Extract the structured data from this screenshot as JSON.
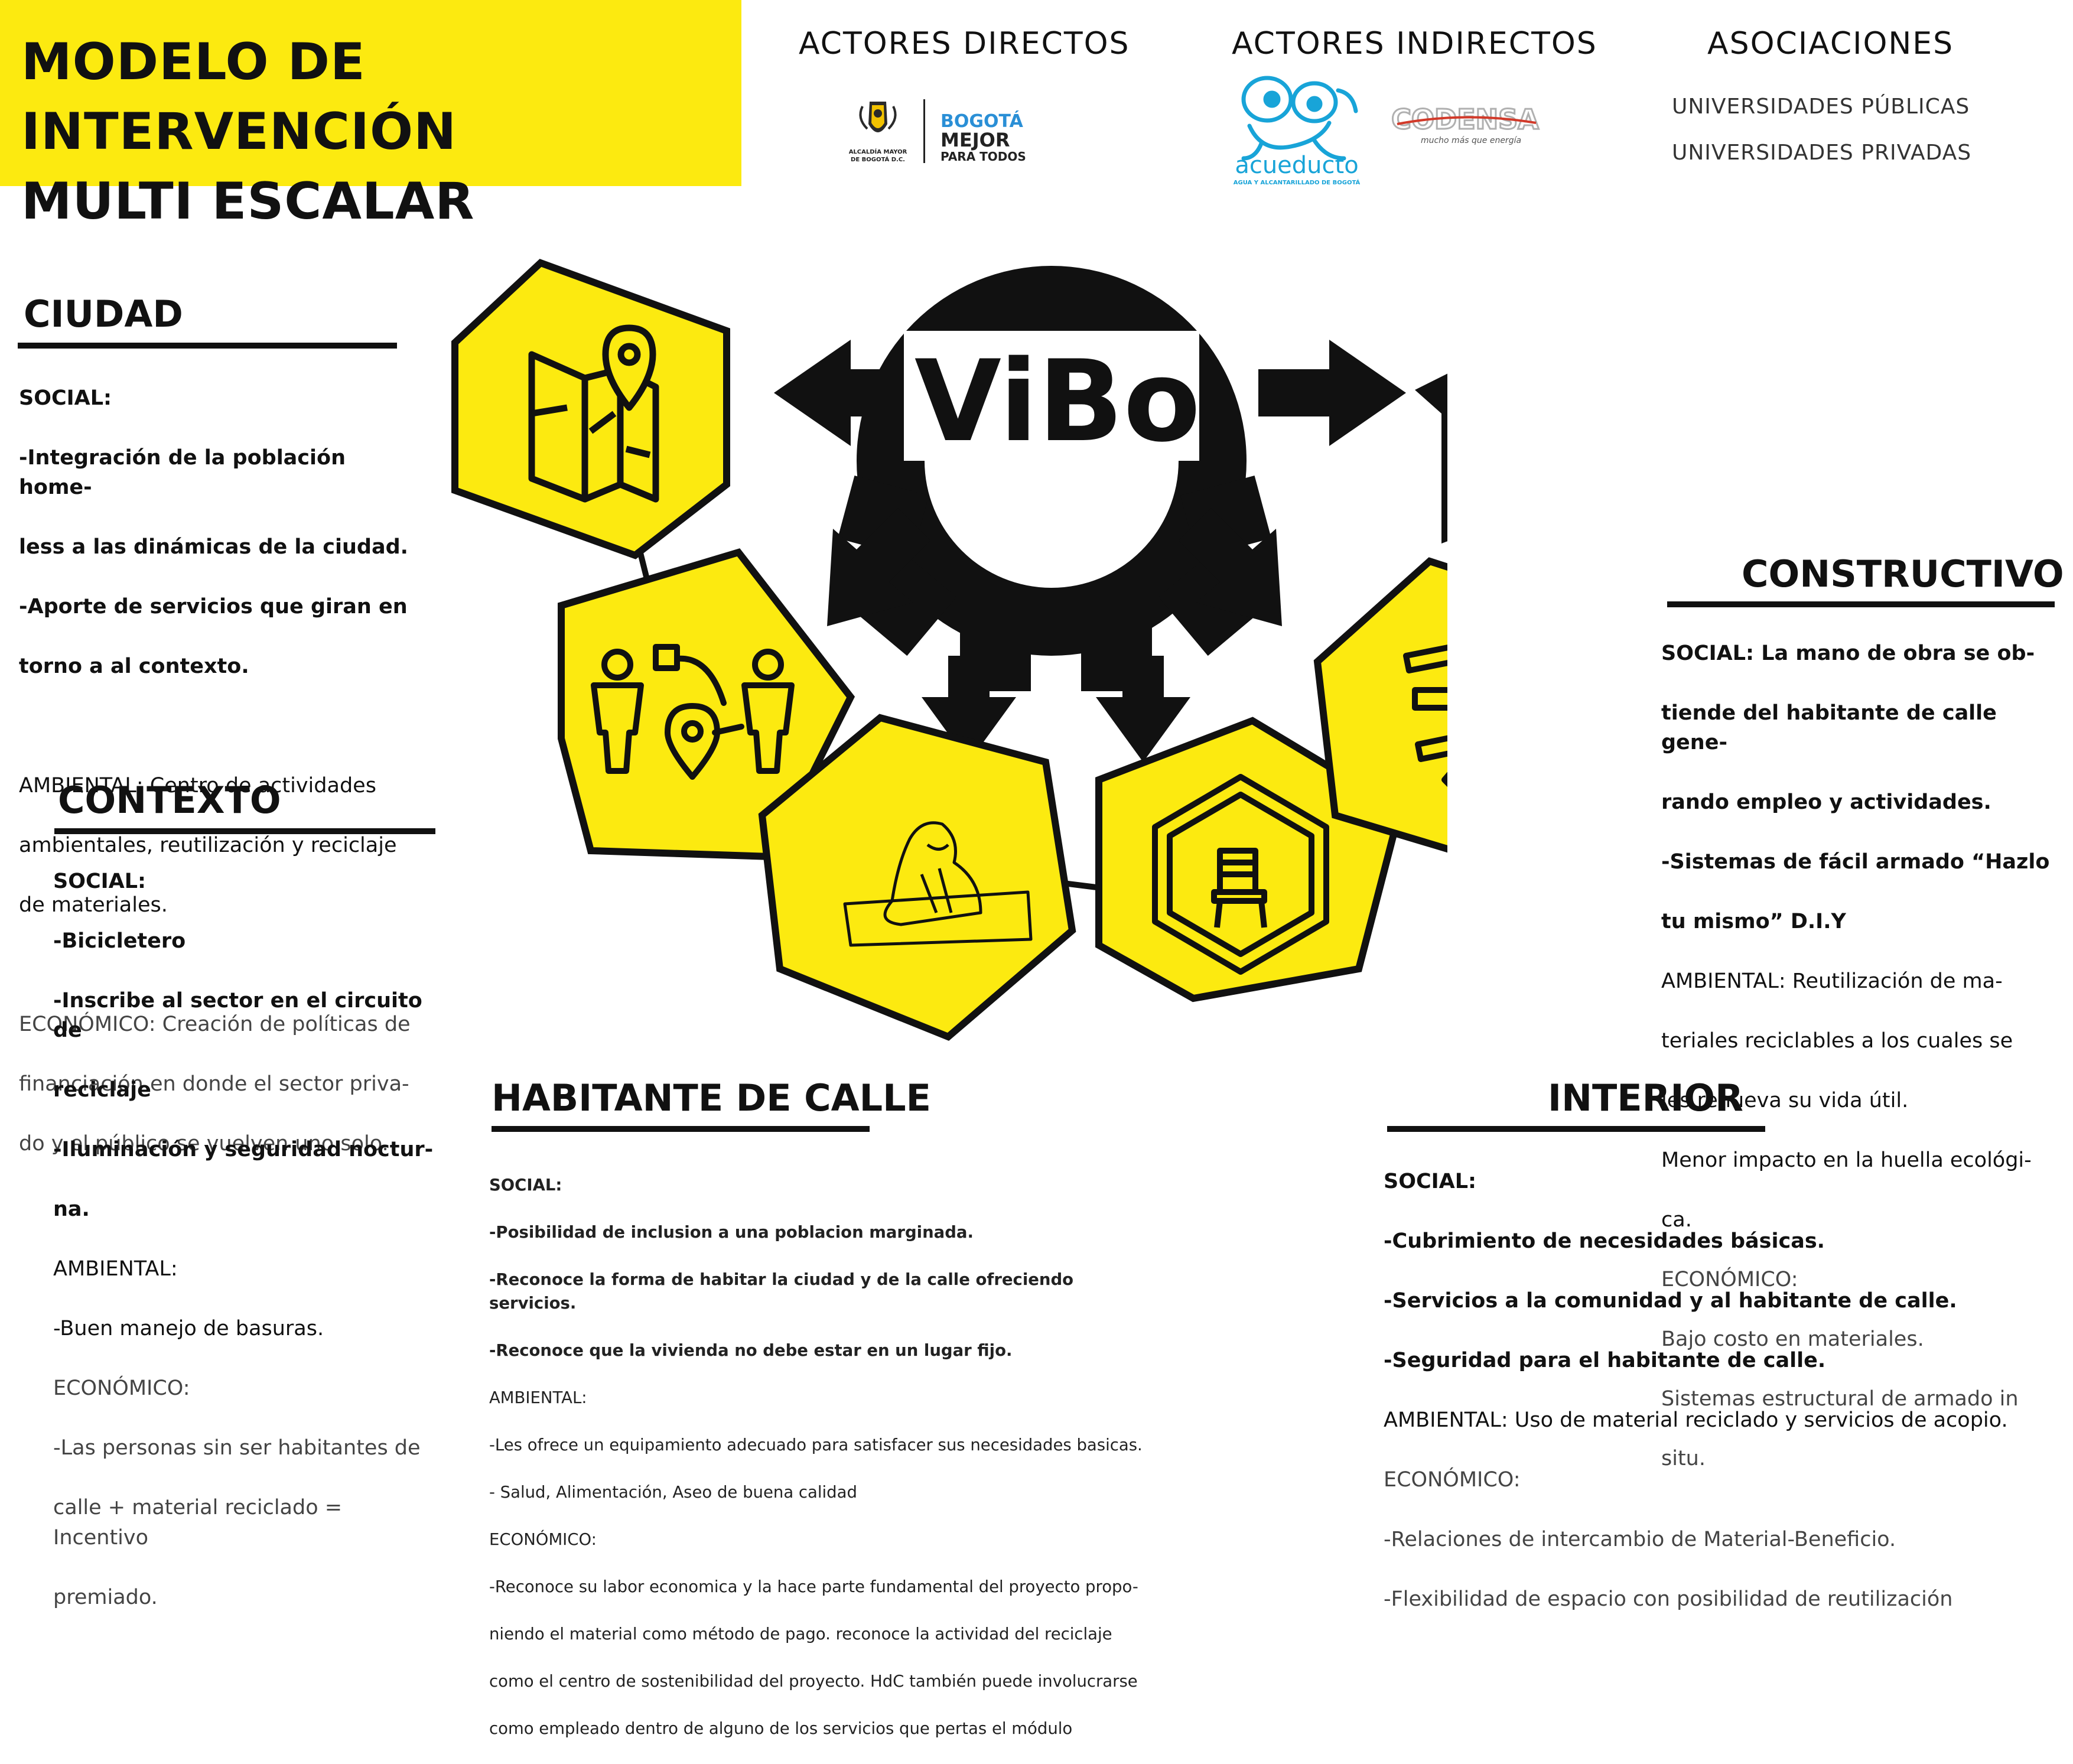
{
  "title": {
    "line1": "MODELO DE INTERVENCIÓN",
    "line2": "MULTI ESCALAR"
  },
  "headers": {
    "actores_directos": "ACTORES DIRECTOS",
    "actores_indirectos": "ACTORES INDIRECTOS",
    "asociaciones": "ASOCIACIONES"
  },
  "logos": {
    "alcaldia": {
      "line1": "ALCALDÍA MAYOR",
      "line2": "DE BOGOTÁ D.C."
    },
    "bogota": {
      "line1": "BOGOTÁ",
      "line2": "MEJOR",
      "line3": "PARA TODOS"
    },
    "acueducto": {
      "name": "acueducto",
      "sub": "AGUA Y ALCANTARILLADO DE BOGOTÁ"
    },
    "codensa": {
      "name": "CODENSA",
      "sub": "mucho más que energía"
    }
  },
  "asociaciones": [
    "UNIVERSIDADES PÚBLICAS",
    "UNIVERSIDADES PRIVADAS"
  ],
  "center_label": "ViBo",
  "icons": {
    "city": "map-pin-icon",
    "context": "people-location-icon",
    "homeless": "seated-person-icon",
    "interior": "chair-icon",
    "constructive": "wood-planks-icon"
  },
  "colors": {
    "accent": "#FCEA10",
    "ink": "#111111"
  },
  "ciudad": {
    "title": "CIUDAD",
    "social_label": "SOCIAL:",
    "social": [
      "-Integración de la población home-",
      "less a las dinámicas de la ciudad.",
      "-Aporte de servicios que giran en",
      "torno a al contexto."
    ],
    "ambiental": [
      "AMBIENTAL: Centro de actividades",
      "ambientales, reutilización y reciclaje",
      "de materiales."
    ],
    "economico": [
      "ECONÓMICO: Creación de políticas de",
      "financiación en donde el sector priva-",
      "do y el público se vuelven uno solo."
    ]
  },
  "contexto": {
    "title": "CONTEXTO",
    "social_label": "SOCIAL:",
    "social": [
      "-Bicicletero",
      "-Inscribe al sector en el circuito de",
      "reciclaje",
      "-Iluminación y seguridad noctur-",
      "na."
    ],
    "ambiental_label": "AMBIENTAL:",
    "ambiental": [
      "-Buen manejo de basuras."
    ],
    "economico_label": "ECONÓMICO:",
    "economico": [
      "-Las personas sin ser habitantes de",
      "calle + material reciclado = Incentivo",
      "premiado."
    ]
  },
  "habitante": {
    "title": "HABITANTE DE CALLE",
    "social_label": "SOCIAL:",
    "social": [
      "-Posibilidad de inclusion a una poblacion marginada.",
      "-Reconoce la forma de habitar la ciudad y de la calle ofreciendo servicios.",
      "-Reconoce que la vivienda no debe estar en un lugar fijo."
    ],
    "ambiental_label": "AMBIENTAL:",
    "ambiental": [
      "-Les ofrece un equipamiento adecuado para satisfacer sus necesidades basicas.",
      "- Salud, Alimentación, Aseo de buena calidad"
    ],
    "economico_label": "ECONÓMICO:",
    "economico": [
      " -Reconoce su labor economica y la hace parte fundamental del proyecto propo-",
      "niendo el material como método de pago. reconoce la actividad del reciclaje",
      "como el centro de sostenibilidad del proyecto. HdC también puede involucrarse",
      "como empleado dentro de alguno de los servicios que pertas el módulo"
    ]
  },
  "interior": {
    "title": "INTERIOR",
    "social_label": "SOCIAL:",
    "social": [
      "-Cubrimiento de necesidades básicas.",
      "-Servicios a la comunidad y al habitante de calle.",
      "-Seguridad para el habitante de calle."
    ],
    "ambiental": [
      "AMBIENTAL: Uso de material reciclado y servicios de acopio."
    ],
    "economico_label": "ECONÓMICO:",
    "economico": [
      "-Relaciones de intercambio de Material-Beneficio.",
      "-Flexibilidad de espacio con posibilidad de reutilización"
    ]
  },
  "constructivo": {
    "title": "CONSTRUCTIVO",
    "social": [
      "SOCIAL: La mano de obra se ob-",
      "tiende del habitante de calle gene-",
      "rando empleo y actividades.",
      "-Sistemas de fácil armado “Hazlo",
      "tu mismo” D.I.Y"
    ],
    "ambiental": [
      "AMBIENTAL: Reutilización de ma-",
      "teriales reciclables a los cuales se",
      "les renueva su vida útil.",
      "Menor impacto en la huella ecológi-",
      "ca."
    ],
    "economico_label": "ECONÓMICO:",
    "economico": [
      "Bajo costo en materiales.",
      "Sistemas estructural de armado in",
      "situ."
    ]
  }
}
